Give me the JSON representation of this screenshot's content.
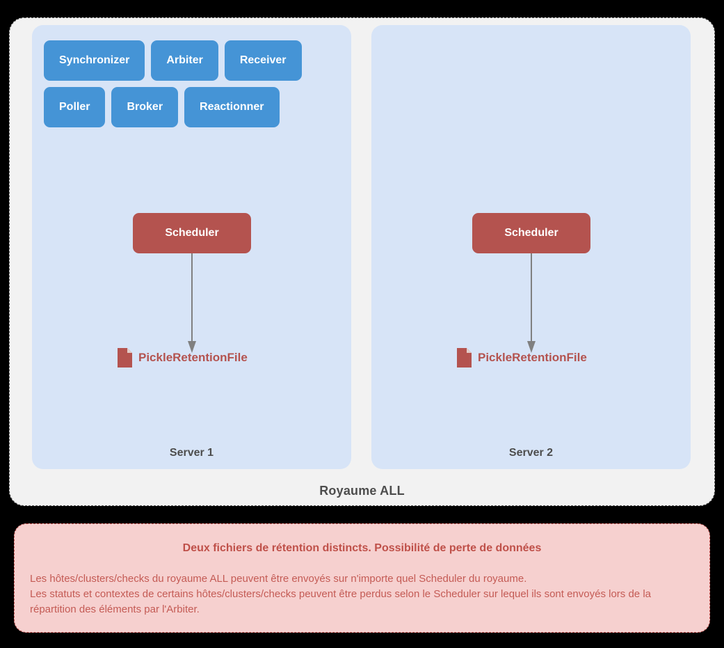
{
  "realm": {
    "label": "Royaume ALL",
    "servers": [
      {
        "label": "Server 1",
        "daemon_rows": [
          [
            "Synchronizer",
            "Arbiter",
            "Receiver"
          ],
          [
            "Poller",
            "Broker",
            "Reactionner"
          ]
        ],
        "scheduler": "Scheduler",
        "retention_file": "PickleRetentionFile"
      },
      {
        "label": "Server 2",
        "daemon_rows": [],
        "scheduler": "Scheduler",
        "retention_file": "PickleRetentionFile"
      }
    ]
  },
  "warning": {
    "title": "Deux fichiers de rétention distincts. Possibilité de perte de données",
    "lines": [
      "Les hôtes/clusters/checks du royaume ALL peuvent être envoyés sur n'importe quel Scheduler du royaume.",
      "Les statuts et contextes de certains hôtes/clusters/checks peuvent être perdus selon le Scheduler sur lequel ils sont envoyés lors de la répartition des éléments par l'Arbiter."
    ]
  },
  "colors": {
    "page_background": "#000000",
    "realm_background": "#f2f2f2",
    "server_background": "#d7e4f7",
    "daemon_blue": "#4594d6",
    "scheduler_red": "#b4534f",
    "warning_background": "#f6d0cf",
    "warning_border": "#c0504d",
    "warning_text": "#c45b55",
    "arrow_gray": "#808080",
    "label_gray": "#4d4d4d"
  }
}
